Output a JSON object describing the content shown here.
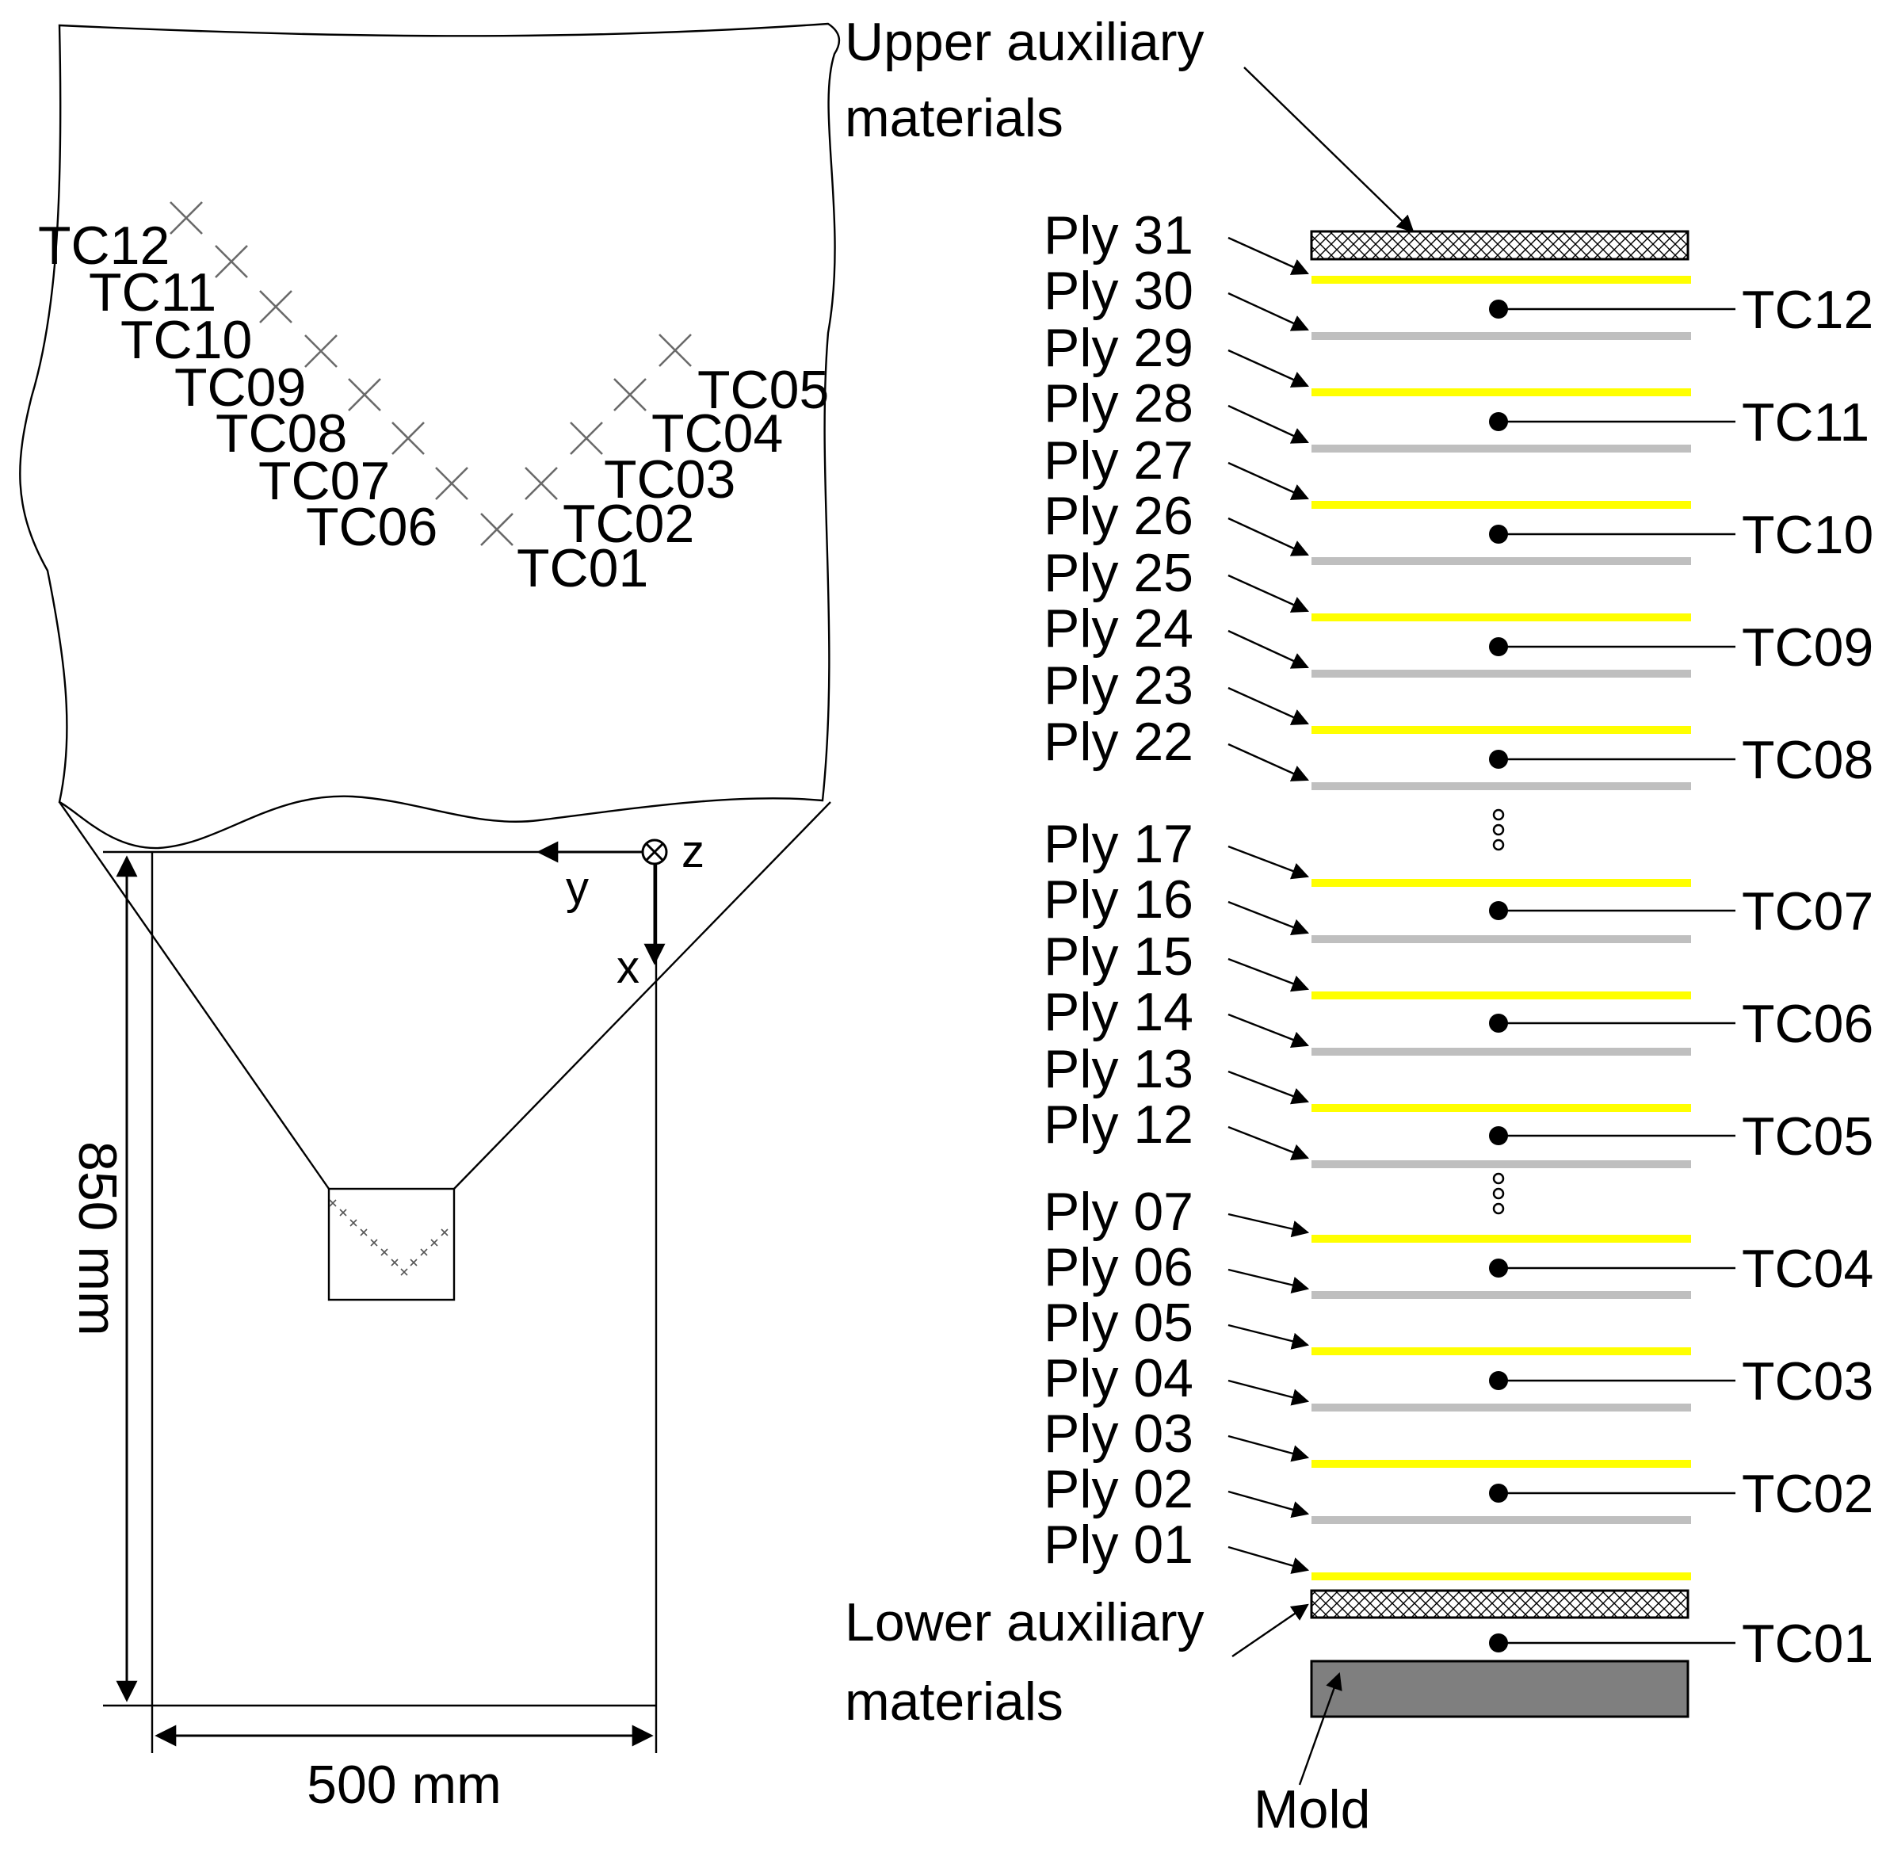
{
  "left_panel": {
    "zoom_tc_labels": [
      "TC01",
      "TC02",
      "TC03",
      "TC04",
      "TC05",
      "TC06",
      "TC07",
      "TC08",
      "TC09",
      "TC10",
      "TC11",
      "TC12"
    ],
    "axis_z": "z",
    "axis_y": "y",
    "axis_x": "x",
    "length_dimension": "850 mm",
    "width_dimension": "500 mm"
  },
  "right_panel": {
    "upper_aux_line1": "Upper auxiliary",
    "upper_aux_line2": "materials",
    "lower_aux_line1": "Lower auxiliary",
    "lower_aux_line2": "materials",
    "mold_label": "Mold",
    "ply_labels": [
      "Ply 31",
      "Ply 30",
      "Ply 29",
      "Ply 28",
      "Ply 27",
      "Ply 26",
      "Ply 25",
      "Ply 24",
      "Ply 23",
      "Ply 22",
      "Ply 17",
      "Ply 16",
      "Ply 15",
      "Ply 14",
      "Ply 13",
      "Ply 12",
      "Ply 07",
      "Ply 06",
      "Ply 05",
      "Ply 04",
      "Ply 03",
      "Ply 02",
      "Ply 01"
    ],
    "ply_colors": [
      "yellow",
      "grey",
      "yellow",
      "grey",
      "yellow",
      "grey",
      "yellow",
      "grey",
      "yellow",
      "grey",
      "yellow",
      "grey",
      "yellow",
      "grey",
      "yellow",
      "grey",
      "yellow",
      "grey",
      "yellow",
      "grey",
      "yellow",
      "grey",
      "yellow"
    ],
    "tc_labels": [
      "TC12",
      "TC11",
      "TC10",
      "TC09",
      "TC08",
      "TC07",
      "TC06",
      "TC05",
      "TC04",
      "TC03",
      "TC02",
      "TC01"
    ]
  },
  "colors": {
    "yellow_ply": "#ffff00",
    "grey_ply": "#bfbfbf",
    "mold": "#7f7f7f",
    "crosshatch": "#000000"
  }
}
